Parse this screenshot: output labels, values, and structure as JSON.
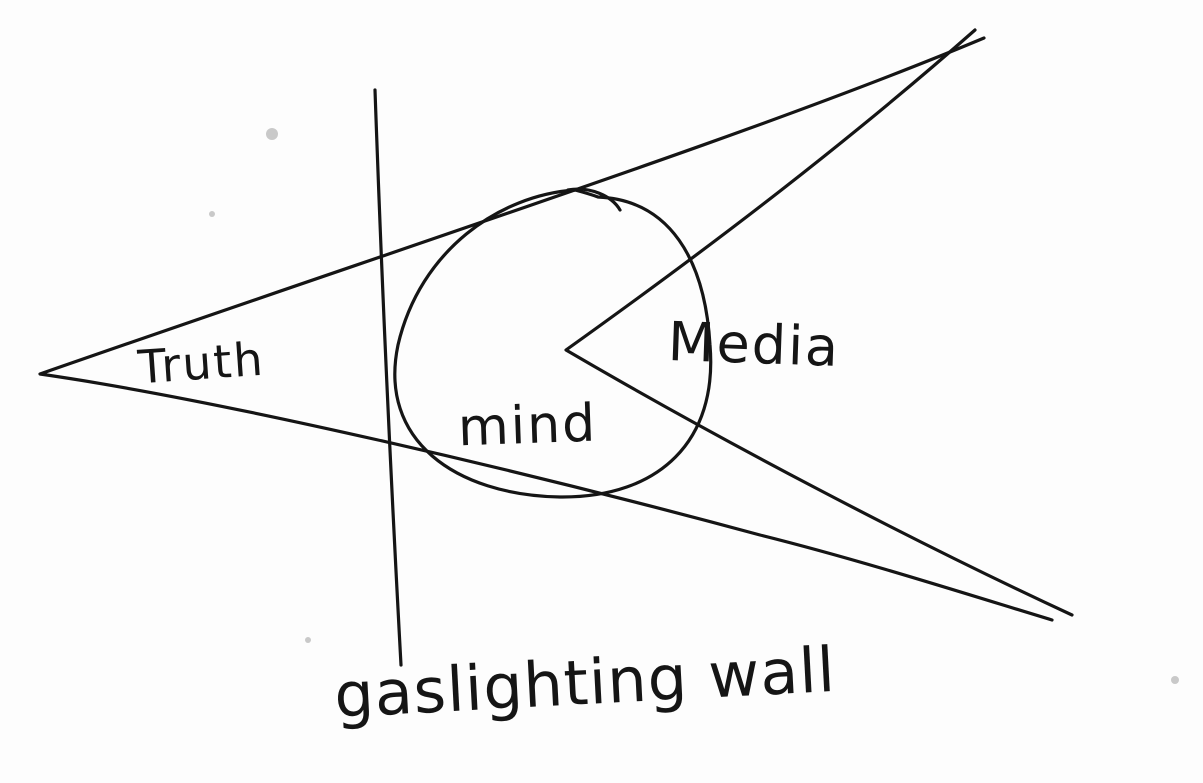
{
  "labels": {
    "truth": "Truth",
    "media": "Media",
    "mind": "mind",
    "wall": "gaslighting wall"
  },
  "colors": {
    "ink": "#151515",
    "paper": "#fdfdfd"
  }
}
